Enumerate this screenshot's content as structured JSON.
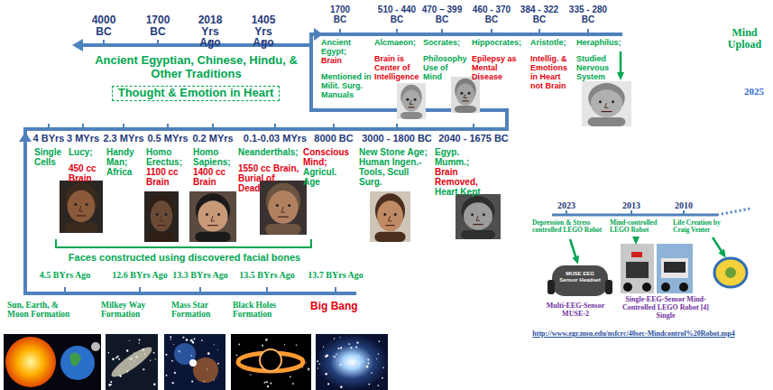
{
  "diagram": {
    "nodes": [
      {
        "text": [
          "Thought & Emotion in Heart"
        ]
      }
    ],
    "labels": [
      "4000 BC",
      "1700 BC",
      "2018 Yrs Ago",
      "1405 Yrs Ago",
      "Ancient Egyptian, Chinese, Hindu, & Other Traditions",
      "1700 BC",
      "510 - 440 BC",
      "470 – 399 BC",
      "460 - 370 BC",
      "384 - 322 BC",
      "335 - 280 BC",
      "Ancient Egypt;",
      "Brain",
      "Mentioned in Milit. Surg. Manuals",
      "Alcmaeon;",
      "Brain is Center of Intelligence",
      "Socrates;",
      "Philosophy Use of Mind",
      "Hippocrates;",
      "Epilepsy as Mental Disease",
      "Aristotle;",
      "Intellig. & Emotions in Heart not Brain",
      "Heraphilus;",
      "Studied Nervous System",
      "Mind Upload",
      "2025",
      "4 BYrs",
      "3 MYrs",
      "2.3 MYrs",
      "0.5 MYrs",
      "0.2 MYrs",
      "0.1-0.03 MYrs",
      "8000 BC",
      "3000 - 1800 BC",
      "2040 - 1675 BC",
      "Single Cells",
      "Lucy;",
      "450 cc Brain",
      "Handy Man; Africa",
      "Homo Erectus;",
      "1100 cc Brain",
      "Homo Sapiens;",
      "1400 cc Brain",
      "Neanderthals;",
      "1550 cc Brain, Burial of Dead",
      "Conscious Mind;",
      "Agricul. Age",
      "New Stone Age; Human Ingen.- Tools, Scull Surg.",
      "Egyp. Mumm.;",
      "Brain Removed,",
      "Heart Kept",
      "Faces constructed using discovered facial bones",
      "2023",
      "2013",
      "2010",
      "Depression & Stress controlled LEGO Robot",
      "Mind-controlled LEGO Robot",
      "Life Creation by Craig Venter",
      "MUSE EEG Sensor Headset",
      "Multi-EEG-Sensor MUSE-2",
      "Single-EEG-Sensor Mind-Controlled LEGO Robot [4] Single",
      "http://www.egr.msu.edu/nsfcrc/40sec-Mindcontrol%20Robot.mp4",
      "4.5 BYrs Ago",
      "12.6 BYrs Ago",
      "13.3 BYrs Ago",
      "13.5 BYrs Ago",
      "13.7 BYrs Ago",
      "Sun, Earth, & Moon Formation",
      "Milkey Way Formation",
      "Mass Star Formation",
      "Black Holes Formation",
      "Big Bang"
    ]
  }
}
